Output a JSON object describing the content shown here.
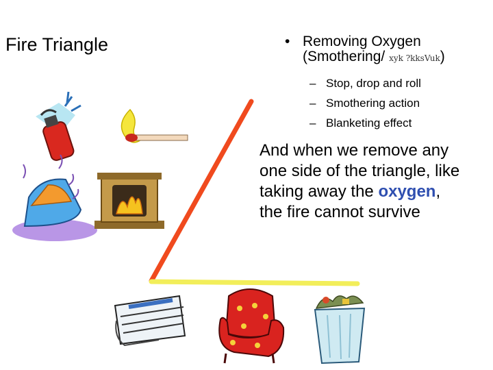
{
  "slide": {
    "title": "Fire Triangle",
    "bullet": {
      "symbol": "•",
      "line1": "Removing Oxygen",
      "line2_start": "(Smothering/ ",
      "line2_hindi": "xyk ?kksVuk",
      "line2_end": ")"
    },
    "sub_bullets": [
      {
        "dash": "–",
        "text": "Stop, drop and roll"
      },
      {
        "dash": "–",
        "text": "Smothering action"
      },
      {
        "dash": "–",
        "text": "Blanketing effect"
      }
    ],
    "paragraph": {
      "before": "And when we remove any one side of the triangle, like taking away the ",
      "highlight": "oxygen",
      "after": ", the fire cannot survive"
    }
  },
  "colors": {
    "triangle_red": "#f04a1e",
    "triangle_yellow": "#f2ee5a",
    "highlight_blue": "#2f4fb0"
  },
  "icons": [
    "extinguisher-icon",
    "match-icon",
    "iron-icon",
    "fireplace-icon",
    "newspaper-icon",
    "armchair-icon",
    "trash-bin-icon"
  ]
}
